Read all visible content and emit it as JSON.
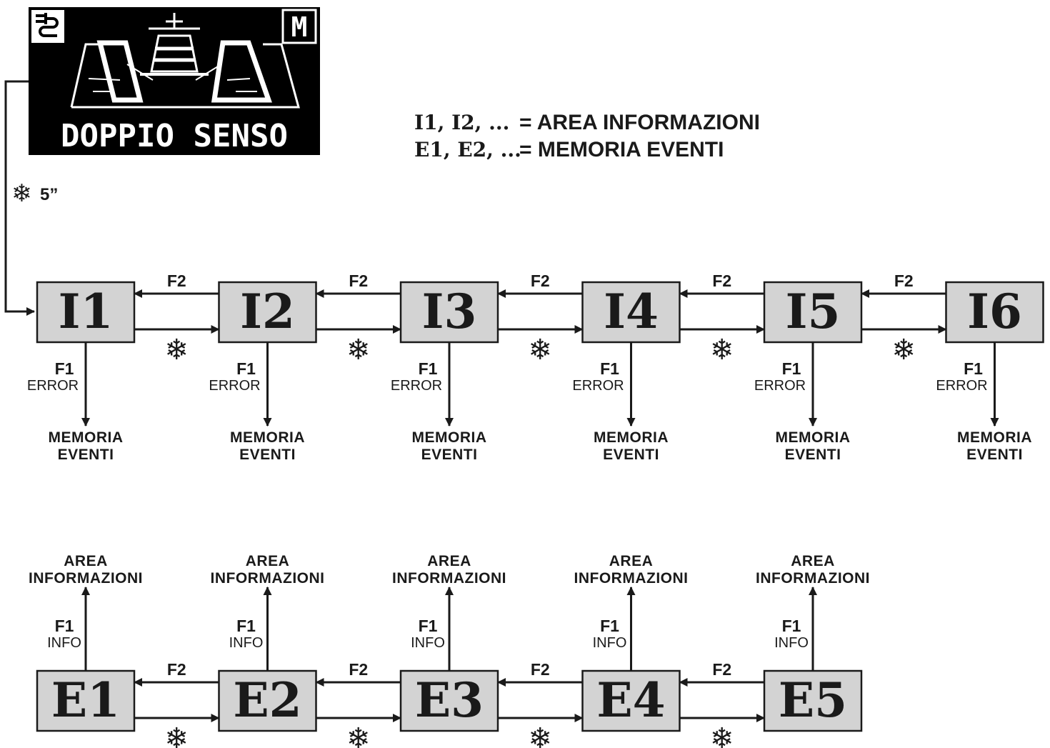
{
  "display": {
    "label": "DOPPIO SENSO",
    "icons": [
      "plug-icon",
      "traffic-cone-icon",
      "manual-mode-icon"
    ],
    "mode_letter": "M"
  },
  "timer": {
    "symbol": "❄",
    "label": "5”"
  },
  "legend": [
    {
      "key": "I1, I2, ...",
      "value": "= AREA INFORMAZIONI"
    },
    {
      "key": "E1, E2, ...",
      "value": "= MEMORIA EVENTI"
    }
  ],
  "snow_symbol": "❄",
  "info_chain": {
    "boxes": [
      "I1",
      "I2",
      "I3",
      "I4",
      "I5",
      "I6"
    ],
    "back_label": "F2",
    "down_key": "F1",
    "down_sub": "ERROR",
    "target_line1": "MEMORIA",
    "target_line2": "EVENTI"
  },
  "event_chain": {
    "boxes": [
      "E1",
      "E2",
      "E3",
      "E4",
      "E5"
    ],
    "back_label": "F2",
    "up_key": "F1",
    "up_sub": "INFO",
    "target_line1": "AREA",
    "target_line2": "INFORMAZIONI"
  },
  "colors": {
    "box_fill": "#d3d3d3",
    "lcd_bg": "#000000",
    "ink": "#1a1a1a"
  }
}
